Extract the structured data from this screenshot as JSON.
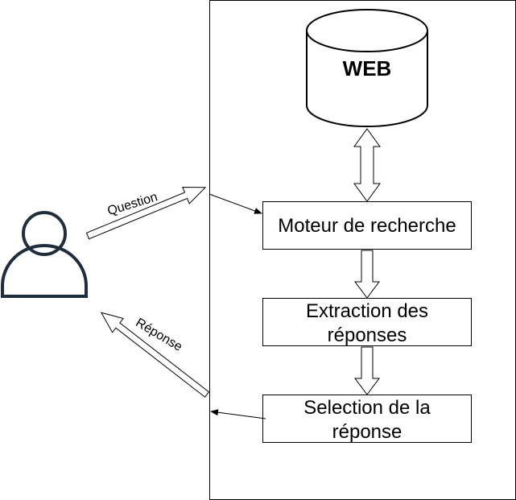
{
  "diagram": {
    "database": {
      "label": "WEB"
    },
    "nodes": {
      "search_engine": {
        "label": "Moteur de recherche"
      },
      "extraction": {
        "line1": "Extraction des",
        "line2": "réponses"
      },
      "selection": {
        "line1": "Selection de la",
        "line2": "réponse"
      }
    },
    "edges": {
      "question": {
        "label": "Question"
      },
      "answer": {
        "label": "Réponse"
      }
    },
    "colors": {
      "user_icon": "#1f2d3d",
      "stroke": "#000000",
      "background": "#ffffff"
    }
  }
}
